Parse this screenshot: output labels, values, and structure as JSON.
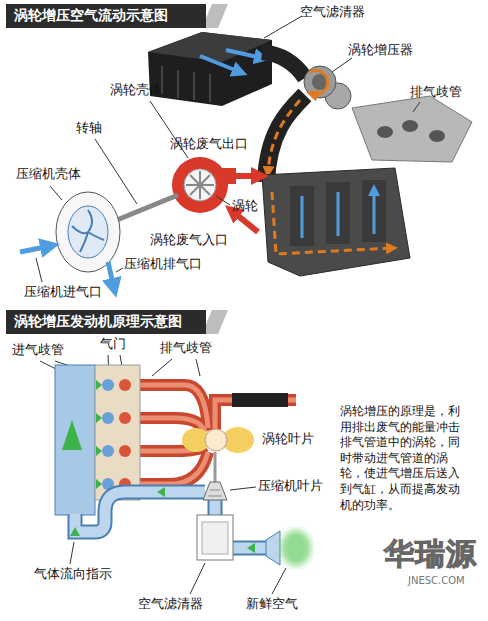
{
  "diagram": {
    "nodes": [
      {
        "text": [
          "涡轮增压空气流动示意图"
        ]
      },
      {
        "text": [
          "涡轮增压发动机原理示意图"
        ]
      }
    ],
    "labels": [
      "空气滤清器",
      "涡轮增压器",
      "排气歧管",
      "涡轮壳体",
      "转轴",
      "涡轮废气出口",
      "压缩机壳体",
      "涡轮",
      "涡轮废气入口",
      "压缩机排气口",
      "压缩机进气口",
      "进气歧管",
      "气门",
      "排气歧管",
      "涡轮叶片",
      "压缩机叶片",
      "涡轮增压的原理是，利用排出废气的能量冲击排气管道中的涡轮，同时带动进气管道的涡轮，使进气增压后送入到气缸，从而提高发动机的功率。",
      "气体流向指示",
      "空气滤清器",
      "新鲜空气",
      "华瑞源",
      "JNESC.COM"
    ]
  }
}
